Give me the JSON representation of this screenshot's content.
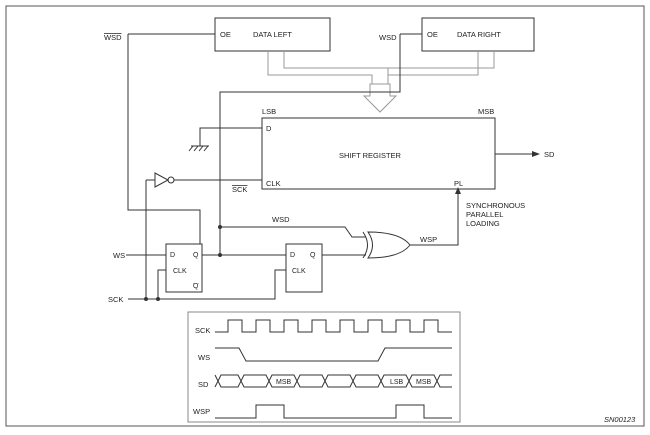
{
  "blocks": {
    "data_left": {
      "title": "DATA LEFT",
      "oe": "OE"
    },
    "data_right": {
      "title": "DATA RIGHT",
      "oe": "OE"
    },
    "shift_register": {
      "title": "SHIFT REGISTER",
      "lsb": "LSB",
      "msb": "MSB",
      "d": "D",
      "clk": "CLK",
      "pl": "PL"
    },
    "ff1": {
      "d": "D",
      "q": "Q",
      "clk": "CLK",
      "qbar": "Q"
    },
    "ff2": {
      "d": "D",
      "q": "Q",
      "clk": "CLK"
    }
  },
  "signals": {
    "wsd_bar": "WSD",
    "wsd_right": "WSD",
    "wsd_mid": "WSD",
    "sck_bar": "SCK",
    "sd": "SD",
    "ws": "WS",
    "sck": "SCK",
    "wsp": "WSP"
  },
  "notes": {
    "sync_line1": "SYNCHRONOUS",
    "sync_line2": "PARALLEL",
    "sync_line3": "LOADING"
  },
  "timing": {
    "rows": [
      "SCK",
      "WS",
      "SD",
      "WSP"
    ],
    "sd_labels": [
      "MSB",
      "LSB",
      "MSB"
    ]
  },
  "figure_id": "SN00123"
}
